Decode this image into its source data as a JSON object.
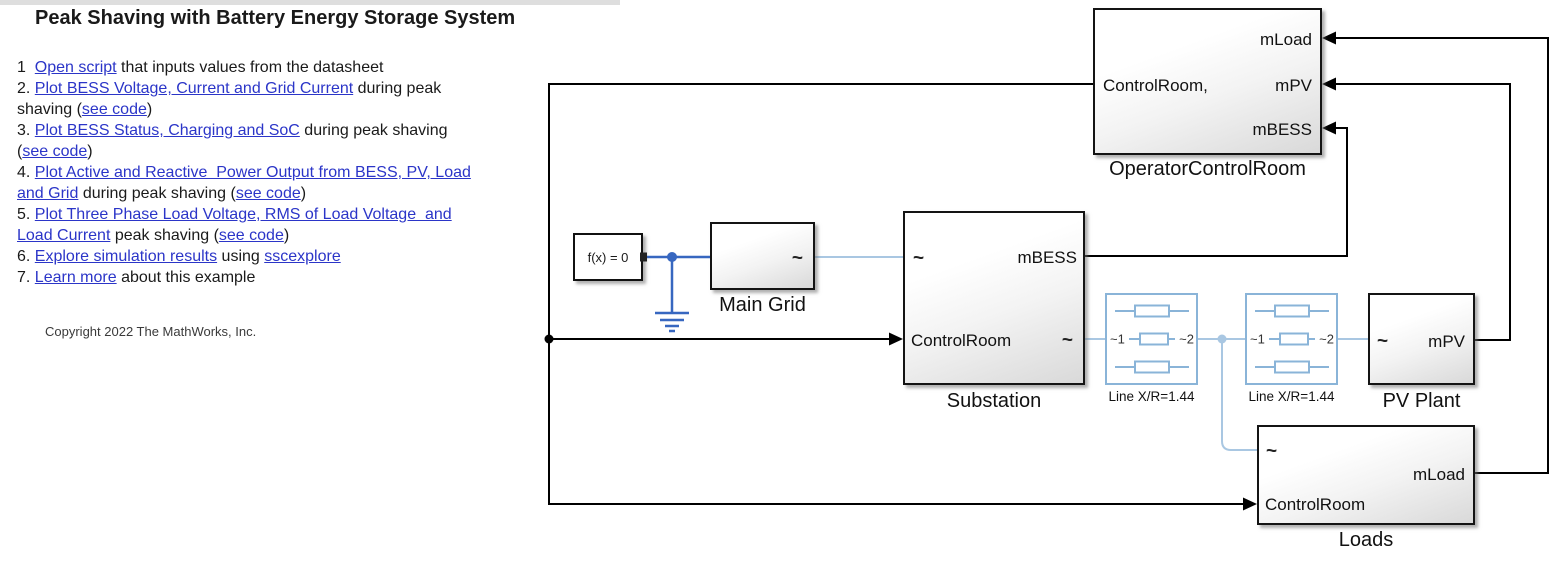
{
  "header": {
    "title": "Peak Shaving with Battery Energy Storage System"
  },
  "instructions": {
    "lines": [
      [
        {
          "t": "1  "
        },
        {
          "t": "Open script",
          "link": true
        },
        {
          "t": " that inputs values from the datasheet"
        }
      ],
      [
        {
          "t": "2. "
        },
        {
          "t": "Plot BESS Voltage, Current and Grid Current",
          "link": true
        },
        {
          "t": " during peak"
        }
      ],
      [
        {
          "t": "shaving ("
        },
        {
          "t": "see code",
          "link": true
        },
        {
          "t": ")"
        }
      ],
      [
        {
          "t": "3. "
        },
        {
          "t": "Plot BESS Status, Charging and SoC",
          "link": true
        },
        {
          "t": " during peak shaving"
        }
      ],
      [
        {
          "t": "("
        },
        {
          "t": "see code",
          "link": true
        },
        {
          "t": ")"
        }
      ],
      [
        {
          "t": "4. "
        },
        {
          "t": "Plot Active and Reactive  Power Output from BESS, PV, Load",
          "link": true
        }
      ],
      [
        {
          "t": "and Grid",
          "link": true
        },
        {
          "t": " during peak shaving ("
        },
        {
          "t": "see code",
          "link": true
        },
        {
          "t": ")"
        }
      ],
      [
        {
          "t": "5. "
        },
        {
          "t": "Plot Three Phase Load Voltage, RMS of Load Voltage  and",
          "link": true
        }
      ],
      [
        {
          "t": "Load Current",
          "link": true
        },
        {
          "t": " peak shaving ("
        },
        {
          "t": "see code",
          "link": true
        },
        {
          "t": ")"
        }
      ],
      [
        {
          "t": "6. "
        },
        {
          "t": "Explore simulation results",
          "link": true
        },
        {
          "t": " using "
        },
        {
          "t": "sscexplore",
          "link": true
        }
      ],
      [
        {
          "t": "7. "
        },
        {
          "t": "Learn more",
          "link": true
        },
        {
          "t": " about this example"
        }
      ]
    ]
  },
  "copyright": "Copyright 2022 The MathWorks, Inc.",
  "diagram": {
    "blocks": {
      "operator": {
        "name": "OperatorControlRoom",
        "port_left": "ControlRoom,",
        "ports_right": [
          "mLoad",
          "mPV",
          "mBESS"
        ]
      },
      "solver": {
        "text": "f(x) = 0"
      },
      "main_grid": {
        "name": "Main Grid",
        "port_right": "~"
      },
      "substation": {
        "name": "Substation",
        "port_left_top": "~",
        "port_left_bottom": "ControlRoom",
        "port_right_top": "mBESS",
        "port_right_bottom": "~"
      },
      "line1": {
        "name": "Line X/R=1.44",
        "port_left": "~1",
        "port_right": "~2"
      },
      "line2": {
        "name": "Line X/R=1.44",
        "port_left": "~1",
        "port_right": "~2"
      },
      "pv_plant": {
        "name": "PV Plant",
        "port_left": "~",
        "port_right": "mPV"
      },
      "loads": {
        "name": "Loads",
        "port_left_top": "~",
        "port_left_bottom": "ControlRoom",
        "port_right": "mLoad"
      }
    },
    "colors": {
      "signal_wire": "#000000",
      "physical_wire": "#3767c0",
      "ac_network_wire": "#a9c7e2",
      "line_block_border": "#8ab4d8",
      "link_text": "#2b35c8"
    }
  }
}
